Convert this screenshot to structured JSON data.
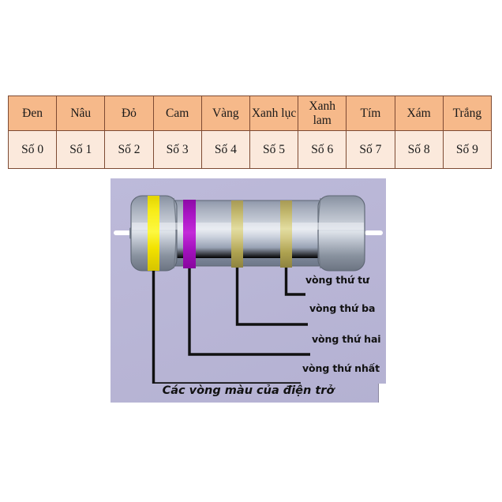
{
  "table": {
    "columns": [
      {
        "color_name": "Đen",
        "digit": "Số 0"
      },
      {
        "color_name": "Nâu",
        "digit": "Số 1"
      },
      {
        "color_name": "Đỏ",
        "digit": "Số 2"
      },
      {
        "color_name": "Cam",
        "digit": "Số 3"
      },
      {
        "color_name": "Vàng",
        "digit": "Số 4"
      },
      {
        "color_name": "Xanh lục",
        "digit": "Số 5"
      },
      {
        "color_name": "Xanh lam",
        "digit": "Số 6"
      },
      {
        "color_name": "Tím",
        "digit": "Số 7"
      },
      {
        "color_name": "Xám",
        "digit": "Số 8"
      },
      {
        "color_name": "Trắng",
        "digit": "Số 9"
      }
    ],
    "header_bg": "#f6b98a",
    "value_bg": "#fbe9dc",
    "border_color": "#7d4a33"
  },
  "figure": {
    "caption": "Các vòng màu của điện trở",
    "background": "#b9b6d6",
    "labels": [
      {
        "id": "band4",
        "text": "vòng thứ tư"
      },
      {
        "id": "band3",
        "text": "vòng thứ ba"
      },
      {
        "id": "band2",
        "text": "vòng thứ hai"
      },
      {
        "id": "band1",
        "text": "vòng thứ nhất"
      }
    ],
    "bands": [
      {
        "index": 1,
        "color": "#f2e600",
        "name": "vàng"
      },
      {
        "index": 2,
        "color": "#a112b5",
        "name": "tím"
      },
      {
        "index": 3,
        "color": "#c9bd6e",
        "name": "nhũ vàng"
      },
      {
        "index": 4,
        "color": "#c9bd6e",
        "name": "nhũ vàng"
      }
    ],
    "body_color": "#97a0b2",
    "lead_color": "#ffffff"
  }
}
